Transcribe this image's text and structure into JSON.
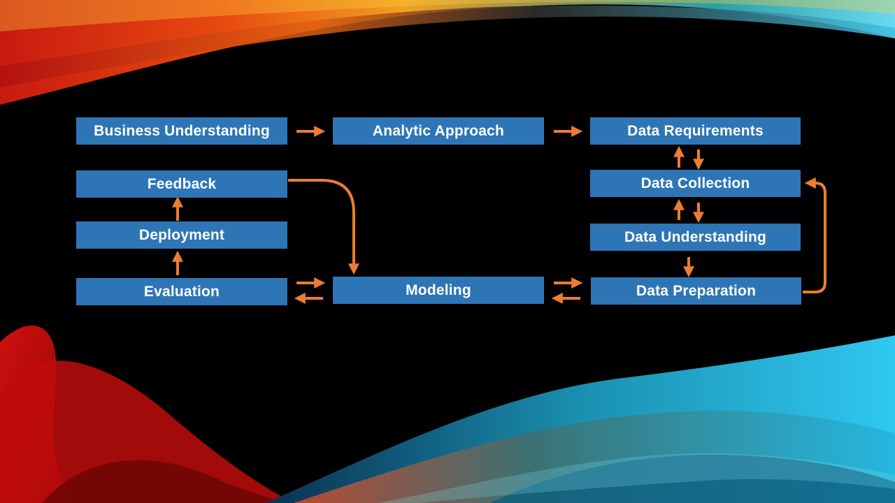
{
  "slide": {
    "steps": {
      "business_understanding": "Business Understanding",
      "analytic_approach": "Analytic Approach",
      "data_requirements": "Data Requirements",
      "data_collection": "Data Collection",
      "data_understanding": "Data Understanding",
      "data_preparation": "Data Preparation",
      "modeling": "Modeling",
      "evaluation": "Evaluation",
      "deployment": "Deployment",
      "feedback": "Feedback"
    },
    "colors": {
      "box_fill": "#2e75b6",
      "box_text": "#ffffff",
      "arrow": "#ed7d31",
      "background": "#000000"
    }
  }
}
